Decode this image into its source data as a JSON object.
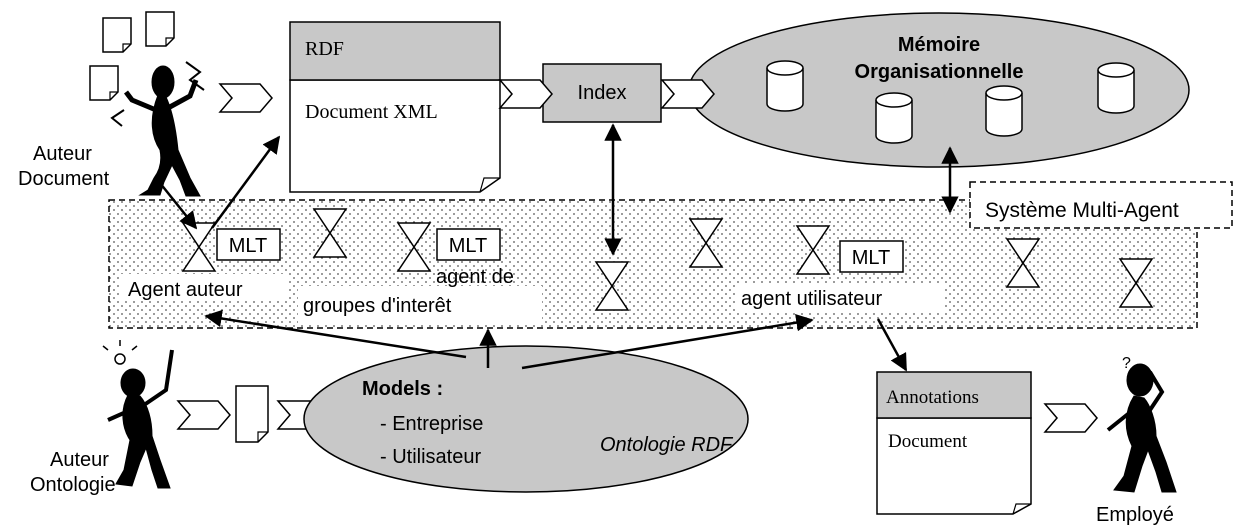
{
  "rdf_box": {
    "header": "RDF",
    "body": "Document XML"
  },
  "index_box": {
    "label": "Index"
  },
  "memory": {
    "title_line1": "Mémoire",
    "title_line2": "Organisationnelle"
  },
  "sma": {
    "label": "Système Multi-Agent"
  },
  "mlt_label": "MLT",
  "agents": {
    "author": "Agent auteur",
    "interest_line1": "agent de",
    "interest_line2": "groupes d'interêt",
    "user": "agent utilisateur"
  },
  "people": {
    "author_doc_line1": "Auteur",
    "author_doc_line2": "Document",
    "author_onto_line1": "Auteur",
    "author_onto_line2": "Ontologie",
    "employee": "Employé",
    "employee_thought": "?"
  },
  "ontology": {
    "title": "Models :",
    "item1": "- Entreprise",
    "item2": "- Utilisateur",
    "name": "Ontologie RDF"
  },
  "annotations_box": {
    "header": "Annotations",
    "body": "Document"
  }
}
